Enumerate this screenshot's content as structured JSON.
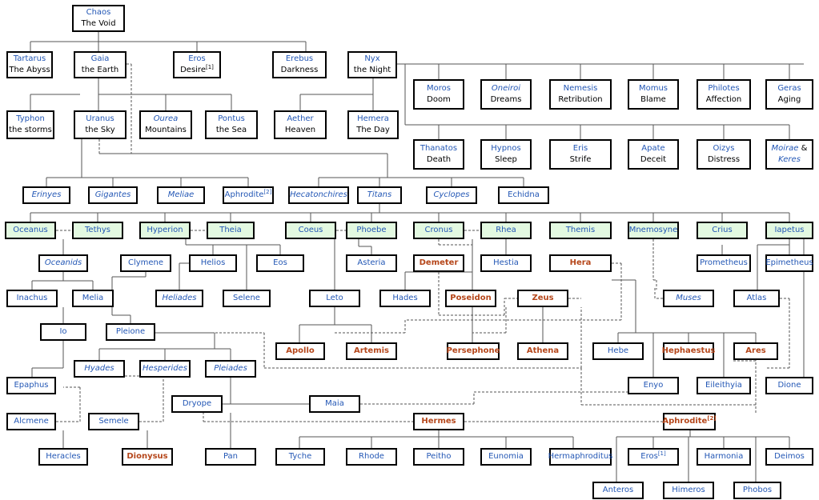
{
  "diagram_title": "",
  "nodes": [
    {
      "id": "chaos",
      "line1": "Chaos",
      "line2": "The Void"
    },
    {
      "id": "tartarus",
      "line1": "Tartarus",
      "line2": "The Abyss"
    },
    {
      "id": "gaia",
      "line1": "Gaia",
      "line2": "the Earth"
    },
    {
      "id": "eros1",
      "line1": "Eros",
      "line2": "Desire",
      "sup2": "[1]"
    },
    {
      "id": "erebus",
      "line1": "Erebus",
      "line2": "Darkness"
    },
    {
      "id": "nyx",
      "line1": "Nyx",
      "line2": "the Night"
    },
    {
      "id": "moros",
      "line1": "Moros",
      "line2": "Doom"
    },
    {
      "id": "oneiroi",
      "line1": "Oneiroi",
      "line2": "Dreams",
      "italic": true
    },
    {
      "id": "nemesis",
      "line1": "Nemesis",
      "line2": "Retribution"
    },
    {
      "id": "momus",
      "line1": "Momus",
      "line2": "Blame"
    },
    {
      "id": "philotes",
      "line1": "Philotes",
      "line2": "Affection"
    },
    {
      "id": "geras",
      "line1": "Geras",
      "line2": "Aging"
    },
    {
      "id": "typhon",
      "line1": "Typhon",
      "line2": "the storms"
    },
    {
      "id": "uranus",
      "line1": "Uranus",
      "line2": "the Sky"
    },
    {
      "id": "ourea",
      "line1": "Ourea",
      "line2": "Mountains",
      "italic": true
    },
    {
      "id": "pontus",
      "line1": "Pontus",
      "line2": "the Sea"
    },
    {
      "id": "aether",
      "line1": "Aether",
      "line2": "Heaven"
    },
    {
      "id": "hemera",
      "line1": "Hemera",
      "line2": "The Day"
    },
    {
      "id": "thanatos",
      "line1": "Thanatos",
      "line2": "Death"
    },
    {
      "id": "hypnos",
      "line1": "Hypnos",
      "line2": "Sleep"
    },
    {
      "id": "eris",
      "line1": "Eris",
      "line2": "Strife"
    },
    {
      "id": "apate",
      "line1": "Apate",
      "line2": "Deceit"
    },
    {
      "id": "oizys",
      "line1": "Oizys",
      "line2": "Distress"
    },
    {
      "id": "moirae",
      "line1": "Moirae",
      "line1b": " &",
      "line2": "Keres",
      "italic": true
    },
    {
      "id": "erinyes",
      "line1": "Erinyes",
      "italic": true
    },
    {
      "id": "gigantes",
      "line1": "Gigantes",
      "italic": true
    },
    {
      "id": "meliae",
      "line1": "Meliae",
      "italic": true
    },
    {
      "id": "aphrodite1",
      "line1": "Aphrodite",
      "sup1": "[2]",
      "line2": ""
    },
    {
      "id": "hecatonchires",
      "line1": "Hecatonchires",
      "italic": true
    },
    {
      "id": "titans",
      "line1": "Titans",
      "italic": true
    },
    {
      "id": "cyclopes",
      "line1": "Cyclopes",
      "italic": true
    },
    {
      "id": "echidna",
      "line1": "Echidna"
    },
    {
      "id": "oceanus",
      "line1": "Oceanus",
      "titan": true
    },
    {
      "id": "tethys",
      "line1": "Tethys",
      "titan": true
    },
    {
      "id": "hyperion",
      "line1": "Hyperion",
      "titan": true
    },
    {
      "id": "theia",
      "line1": "Theia",
      "titan": true
    },
    {
      "id": "coeus",
      "line1": "Coeus",
      "titan": true
    },
    {
      "id": "phoebe",
      "line1": "Phoebe",
      "titan": true
    },
    {
      "id": "cronus",
      "line1": "Cronus",
      "titan": true
    },
    {
      "id": "rhea",
      "line1": "Rhea",
      "titan": true
    },
    {
      "id": "themis",
      "line1": "Themis",
      "titan": true
    },
    {
      "id": "mnemosyne",
      "line1": "Mnemosyne",
      "titan": true
    },
    {
      "id": "crius",
      "line1": "Crius",
      "titan": true
    },
    {
      "id": "iapetus",
      "line1": "Iapetus",
      "titan": true
    },
    {
      "id": "oceanids",
      "line1": "Oceanids",
      "italic": true
    },
    {
      "id": "clymene",
      "line1": "Clymene"
    },
    {
      "id": "helios",
      "line1": "Helios"
    },
    {
      "id": "eos",
      "line1": "Eos"
    },
    {
      "id": "asteria",
      "line1": "Asteria"
    },
    {
      "id": "demeter",
      "line1": "Demeter",
      "olympian": true
    },
    {
      "id": "hestia",
      "line1": "Hestia"
    },
    {
      "id": "hera",
      "line1": "Hera",
      "olympian": true
    },
    {
      "id": "prometheus",
      "line1": "Prometheus"
    },
    {
      "id": "epimetheus",
      "line1": "Epimetheus"
    },
    {
      "id": "inachus",
      "line1": "Inachus"
    },
    {
      "id": "melia",
      "line1": "Melia"
    },
    {
      "id": "heliades",
      "line1": "Heliades",
      "italic": true
    },
    {
      "id": "selene",
      "line1": "Selene"
    },
    {
      "id": "leto",
      "line1": "Leto"
    },
    {
      "id": "hades",
      "line1": "Hades"
    },
    {
      "id": "poseidon",
      "line1": "Poseidon",
      "olympian": true
    },
    {
      "id": "zeus",
      "line1": "Zeus",
      "olympian": true
    },
    {
      "id": "muses",
      "line1": "Muses",
      "italic": true
    },
    {
      "id": "atlas",
      "line1": "Atlas"
    },
    {
      "id": "io",
      "line1": "Io"
    },
    {
      "id": "pleione",
      "line1": "Pleione"
    },
    {
      "id": "apollo",
      "line1": "Apollo",
      "olympian": true
    },
    {
      "id": "artemis",
      "line1": "Artemis",
      "olympian": true
    },
    {
      "id": "persephone",
      "line1": "Persephone",
      "olympian": true
    },
    {
      "id": "athena",
      "line1": "Athena",
      "olympian": true
    },
    {
      "id": "hebe",
      "line1": "Hebe"
    },
    {
      "id": "hephaestus",
      "line1": "Hephaestus",
      "olympian": true
    },
    {
      "id": "ares",
      "line1": "Ares",
      "olympian": true
    },
    {
      "id": "hyades",
      "line1": "Hyades",
      "italic": true
    },
    {
      "id": "hesperides",
      "line1": "Hesperides",
      "italic": true
    },
    {
      "id": "pleiades",
      "line1": "Pleiades",
      "italic": true
    },
    {
      "id": "epaphus",
      "line1": "Epaphus"
    },
    {
      "id": "enyo",
      "line1": "Enyo"
    },
    {
      "id": "eileithyia",
      "line1": "Eileithyia"
    },
    {
      "id": "dione",
      "line1": "Dione"
    },
    {
      "id": "dryope",
      "line1": "Dryope"
    },
    {
      "id": "maia",
      "line1": "Maia"
    },
    {
      "id": "alcmene",
      "line1": "Alcmene"
    },
    {
      "id": "semele",
      "line1": "Semele"
    },
    {
      "id": "hermes",
      "line1": "Hermes",
      "olympian": true
    },
    {
      "id": "aphrodite2",
      "line1": "Aphrodite",
      "sup1": "[2]",
      "olympian": true
    },
    {
      "id": "heracles",
      "line1": "Heracles"
    },
    {
      "id": "dionysus",
      "line1": "Dionysus",
      "olympian": true
    },
    {
      "id": "pan",
      "line1": "Pan"
    },
    {
      "id": "tyche",
      "line1": "Tyche"
    },
    {
      "id": "rhode",
      "line1": "Rhode"
    },
    {
      "id": "peitho",
      "line1": "Peitho"
    },
    {
      "id": "eunomia",
      "line1": "Eunomia"
    },
    {
      "id": "hermaphroditus",
      "line1": "Hermaphroditus"
    },
    {
      "id": "eros2",
      "line1": "Eros",
      "sup1": "[1]"
    },
    {
      "id": "harmonia",
      "line1": "Harmonia"
    },
    {
      "id": "deimos",
      "line1": "Deimos"
    },
    {
      "id": "anteros",
      "line1": "Anteros"
    },
    {
      "id": "himeros",
      "line1": "Himeros"
    },
    {
      "id": "phobos",
      "line1": "Phobos"
    }
  ],
  "colors": {
    "name": "#2357b5",
    "olympian": "#b5461a",
    "titan_fill": "#e3f9e1",
    "border": "#000000"
  }
}
